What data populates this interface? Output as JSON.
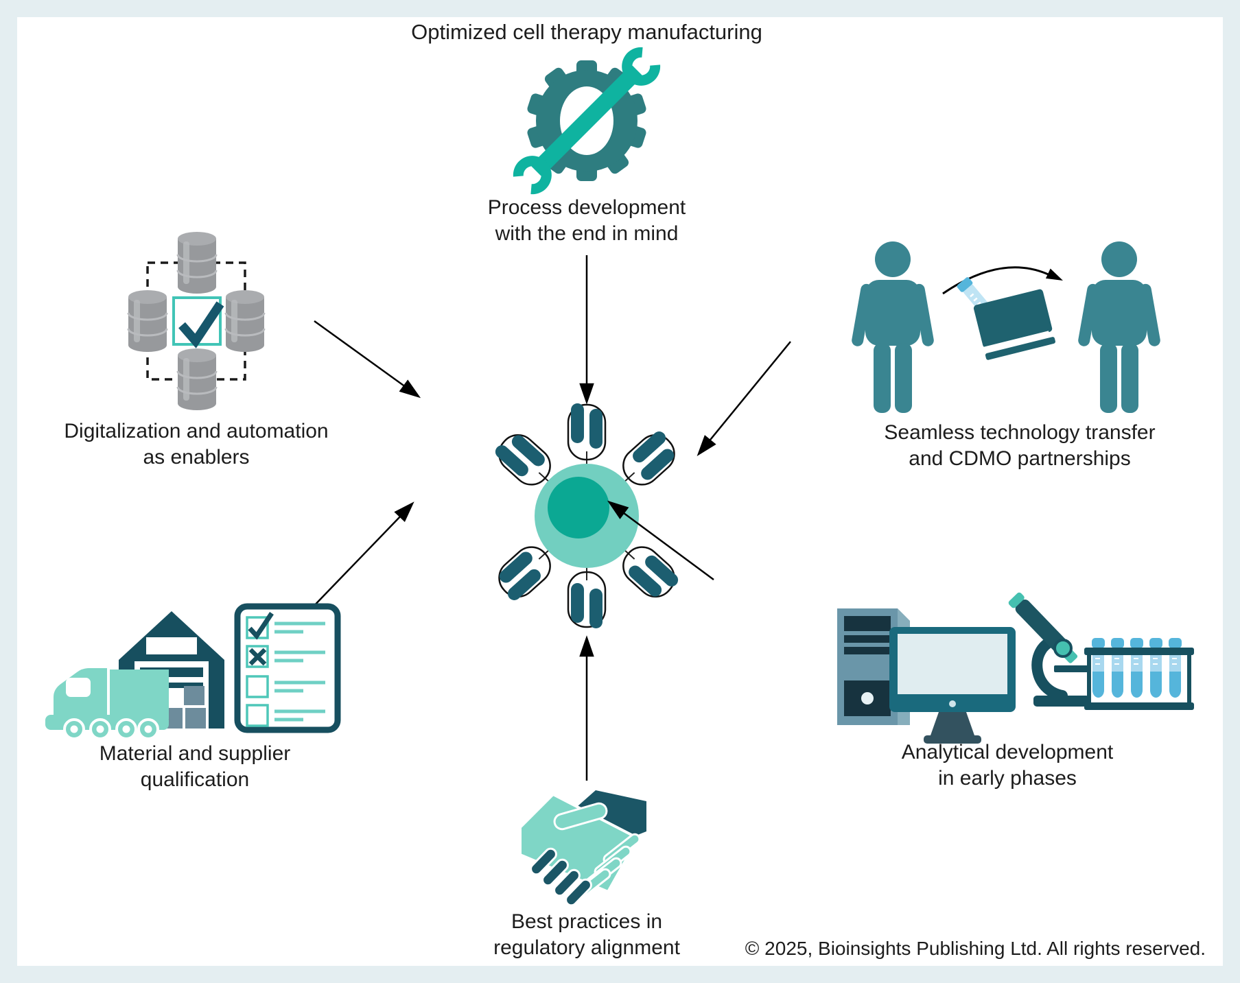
{
  "title": "Optimized cell therapy manufacturing",
  "labels": {
    "process": {
      "line1": "Process development",
      "line2": "with the end in mind"
    },
    "digitalization": {
      "line1": "Digitalization and automation",
      "line2": "as enablers"
    },
    "technology_transfer": {
      "line1": "Seamless technology transfer",
      "line2": "and CDMO partnerships"
    },
    "material": {
      "line1": "Material and supplier",
      "line2": "qualification"
    },
    "analytical": {
      "line1": "Analytical development",
      "line2": "in early phases"
    },
    "regulatory": {
      "line1": "Best practices in",
      "line2": "regulatory alignment"
    }
  },
  "footer": {
    "copyright": "© 2025, Bioinsights Publishing Ltd. All rights reserved."
  },
  "colors": {
    "background_frame": "#e4eef1",
    "canvas": "#ffffff",
    "teal_dark": "#174f5f",
    "gear_teal": "#2e7d80",
    "person_teal": "#3a8591",
    "wrench_teal": "#0fb3a0",
    "cell_body": "#72cfc0",
    "cell_nucleus": "#0ba893",
    "receptor_dark": "#1c5e70",
    "light_teal": "#7fd6c6",
    "database_gray": "#97999c",
    "tube_blue": "#55b5db",
    "tube_glass": "#a8d8ef",
    "steel_blue": "#6a96a9",
    "checklist_teal": "#4ec7b9",
    "text": "#1c1c1c",
    "arrow": "#000000"
  }
}
